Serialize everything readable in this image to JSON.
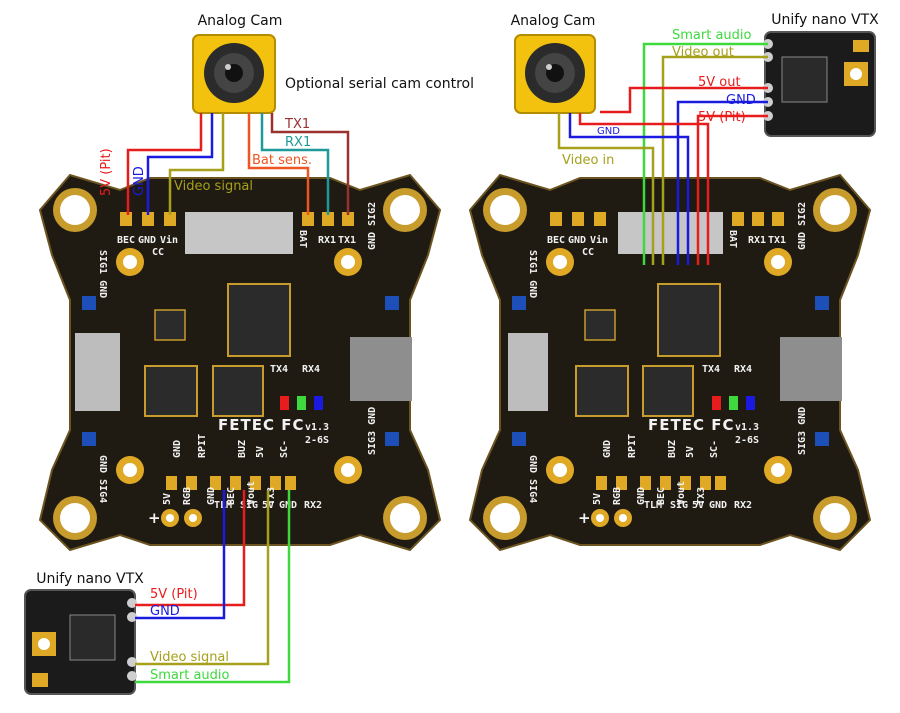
{
  "colors": {
    "pcb": "#1f1a12",
    "pcb_trace": "#c79b2c",
    "pad": "#e0a925",
    "camera_body": "#f3c20f",
    "wire_red": "#e81c1c",
    "wire_blue": "#1a1ae0",
    "wire_olive": "#a6a01a",
    "wire_green": "#3dd93d",
    "wire_orange": "#ee5522",
    "wire_teal": "#1e9a9a",
    "wire_brown": "#9a3030"
  },
  "left_diagram": {
    "camera_label": "Analog Cam",
    "camera_note": "Optional serial cam control",
    "vtx_label": "Unify nano VTX",
    "wire_labels": {
      "tx1": "TX1",
      "rx1": "RX1",
      "bat_sens": "Bat sens.",
      "five_v_pit_cam": "5V (Pit)",
      "gnd_cam": "GND",
      "video_signal_cam": "Video signal",
      "five_v_pit_vtx": "5V (Pit)",
      "gnd_vtx": "GND",
      "video_signal_vtx": "Video signal",
      "smart_audio": "Smart audio"
    },
    "pads_top": [
      "BEC",
      "GND",
      "Vin"
    ],
    "pads_top_right": [
      "BAT",
      "RX1",
      "TX1"
    ],
    "pads_bottom_row1": [
      "5V",
      "RGB",
      "GND",
      "BEC",
      "Vout",
      "TX3"
    ],
    "pads_bottom_row2": [
      "TLM",
      "SIG",
      "5V",
      "GND",
      "RX2"
    ],
    "side_labels": [
      "SIG1 GND",
      "GND SIG2",
      "GND SIG4",
      "SIG3 GND"
    ],
    "board_text": [
      "FETEC FC",
      "v1.3",
      "2-6S"
    ],
    "misc_text": [
      "CC",
      "TX4",
      "RX4",
      "GND",
      "RPIT",
      "BUZ",
      "5V",
      "SC-"
    ]
  },
  "right_diagram": {
    "camera_label": "Analog Cam",
    "vtx_label": "Unify nano VTX",
    "wire_labels": {
      "smart_audio": "Smart audio",
      "video_out": "Video out",
      "five_v_out": "5V out",
      "gnd": "GND",
      "five_v_pit": "5V (Pit)",
      "gnd_cam": "GND",
      "video_in": "Video in"
    },
    "pads_top": [
      "BEC",
      "GND",
      "Vin"
    ],
    "pads_top_right": [
      "BAT",
      "RX1",
      "TX1"
    ],
    "pads_bottom_row1": [
      "5V",
      "RGB",
      "GND",
      "BEC",
      "Vout",
      "TX3"
    ],
    "pads_bottom_row2": [
      "TLM",
      "SIG",
      "5V",
      "GND",
      "RX2"
    ],
    "side_labels": [
      "SIG1 GND",
      "GND SIG2",
      "GND SIG4",
      "SIG3 GND"
    ],
    "board_text": [
      "FETEC FC",
      "v1.3",
      "2-6S"
    ],
    "misc_text": [
      "CC",
      "TX4",
      "RX4",
      "GND",
      "RPIT",
      "BUZ",
      "5V",
      "SC-"
    ]
  }
}
